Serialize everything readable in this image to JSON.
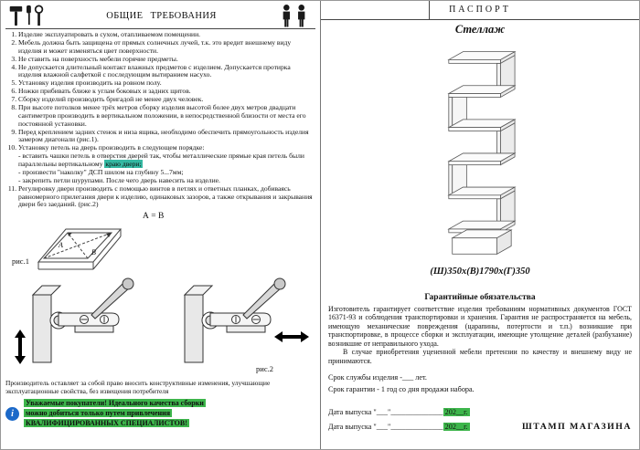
{
  "general": {
    "title": "ОБЩИЕ ТРЕБОВАНИЯ",
    "items": [
      "Изделие эксплуатировать в сухом, отапливаемом помещении.",
      "Мебель должна быть защищена от прямых солнечных лучей, т.к. это вредит внешнему виду изделия и может изменяться цвет поверхности.",
      "Не ставить на поверхность мебели горячие предметы.",
      "Не допускается длительный контакт влажных предметов с изделием. Допускается протирка изделия влажной салфеткой с последующим вытиранием насухо.",
      "Установку изделия производить на ровном полу.",
      "Ножки прибивать ближе к углам боковых и задних щитов.",
      "Сборку изделий производить бригадой не менее двух человек.",
      "При высоте потолков менее трёх метров сборку изделия высотой более двух метров двадцати сантиметров производить в вертикальном положении, в непосредственной близости от места его постоянной установки.",
      "Перед креплением задних стенок и низа ящика, необходимо обеспечить прямоугольность изделия замером диагонали (рис.1)."
    ],
    "item10": {
      "intro": "Установку петель на дверь производить в следующем порядке:",
      "sub1_pre": "- вставить чашки петель в отверстия дверей так, чтобы металлические прямые края петель были параллельны вертикальному ",
      "sub1_hl": "краю двери;",
      "sub2": "- произвести \"наколку\" ДСП шилом на глубину 5...7мм;",
      "sub3": "- закрепить петли шурупами. После чего дверь навесить на изделие."
    },
    "item11": "Регулировку двери производить с помощью винтов в петлях и ответных планках, добиваясь равномерного прилегания двери к изделию, одинаковых зазоров, а также открывания и закрывания двери без заеданий. (рис.2)"
  },
  "figures": {
    "formula": "А = В",
    "label_a": "А",
    "label_b": "В",
    "fig1_label": "рис.1",
    "fig2_label": "рис.2"
  },
  "manufacturer_note": "Производитель оставляет за собой право вносить конструктивные изменения, улучшающие эксплуатационные свойства, без извещения потребителя",
  "notice": {
    "icon_glyph": "i",
    "line1": "Уважаемые покупатели! Идеального качества сборки",
    "line2": "можно добиться только путем привлечения",
    "line3": "КВАЛИФИЦИРОВАННЫХ СПЕЦИАЛИСТОВ!"
  },
  "passport": {
    "title": "ПАСПОРТ",
    "product": "Стеллаж",
    "dimensions": "(Ш)350х(В)1790х(Г)350",
    "warranty_title": "Гарантийные обязательства",
    "warranty_p1": "Изготовитель гарантирует соответствие изделия требованиям нормативных документов ГОСТ 16371-93 и соблюдения транспортировки и хранения. Гарантия не распространяется на мебель, имеющую механические повреждения (царапины, потертости и т.п.) возникшие при транспортировке, в процессе сборки и эксплуатации, имеющие утолщение деталей (разбухание) возникшие от неправильного ухода.",
    "warranty_p2": "В случае приобретения уцененной мебели претензии по качеству и внешнему виду не принимаются.",
    "service_life": "Срок службы изделия -___ лет.",
    "warranty_period": "Срок гарантии - 1 год со дня продажи набора.",
    "date_prefix": "Дата выпуска \"___\"______________",
    "date_hl": "202__г.",
    "stamp": "ШТАМП МАГАЗИНА"
  },
  "colors": {
    "highlight_green": "#3db54b",
    "highlight_teal": "#35b8a2",
    "info_blue": "#1c69c9"
  }
}
